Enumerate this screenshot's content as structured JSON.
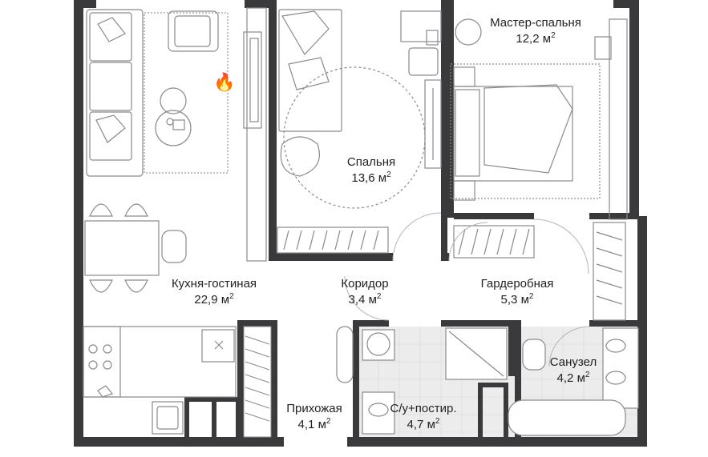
{
  "plan": {
    "rooms": [
      {
        "id": "master-bedroom",
        "name": "Мастер-спальня",
        "area": "12,2 м",
        "sup": "2"
      },
      {
        "id": "bedroom",
        "name": "Спальня",
        "area": "13,6 м",
        "sup": "2"
      },
      {
        "id": "kitchen-living",
        "name": "Кухня-гостиная",
        "area": "22,9 м",
        "sup": "2"
      },
      {
        "id": "corridor",
        "name": "Коридор",
        "area": "3,4 м",
        "sup": "2"
      },
      {
        "id": "wardrobe",
        "name": "Гардеробная",
        "area": "5,3 м",
        "sup": "2"
      },
      {
        "id": "bathroom",
        "name": "Санузел",
        "area": "4,2 м",
        "sup": "2"
      },
      {
        "id": "hallway",
        "name": "Прихожая",
        "area": "4,1 м",
        "sup": "2"
      },
      {
        "id": "wc-laundry",
        "name": "С/у+постир.",
        "area": "4,7 м",
        "sup": "2"
      }
    ],
    "fireplace_icon": "fire-icon",
    "colors": {
      "wall": "#3a3a3c",
      "line": "#8a8a8a",
      "floor": "#ffffff",
      "tile": "#e9e9e9"
    }
  }
}
